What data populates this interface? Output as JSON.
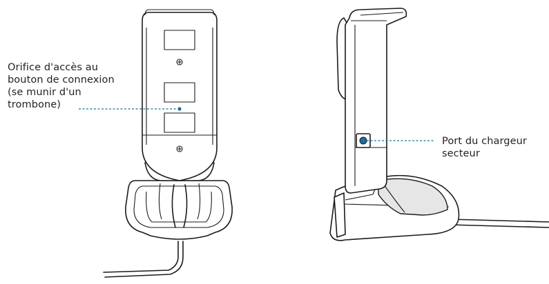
{
  "labels": {
    "connect_button": {
      "lines": [
        "Orifice d'accès au",
        "bouton de connexion",
        "(se munir d'un",
        "trombone)"
      ]
    },
    "charger_port": {
      "lines": [
        "Port du chargeur",
        "secteur"
      ]
    }
  },
  "colors": {
    "callout": "#1a6fa3",
    "outline": "#1a1a1a",
    "text": "#231f20"
  }
}
